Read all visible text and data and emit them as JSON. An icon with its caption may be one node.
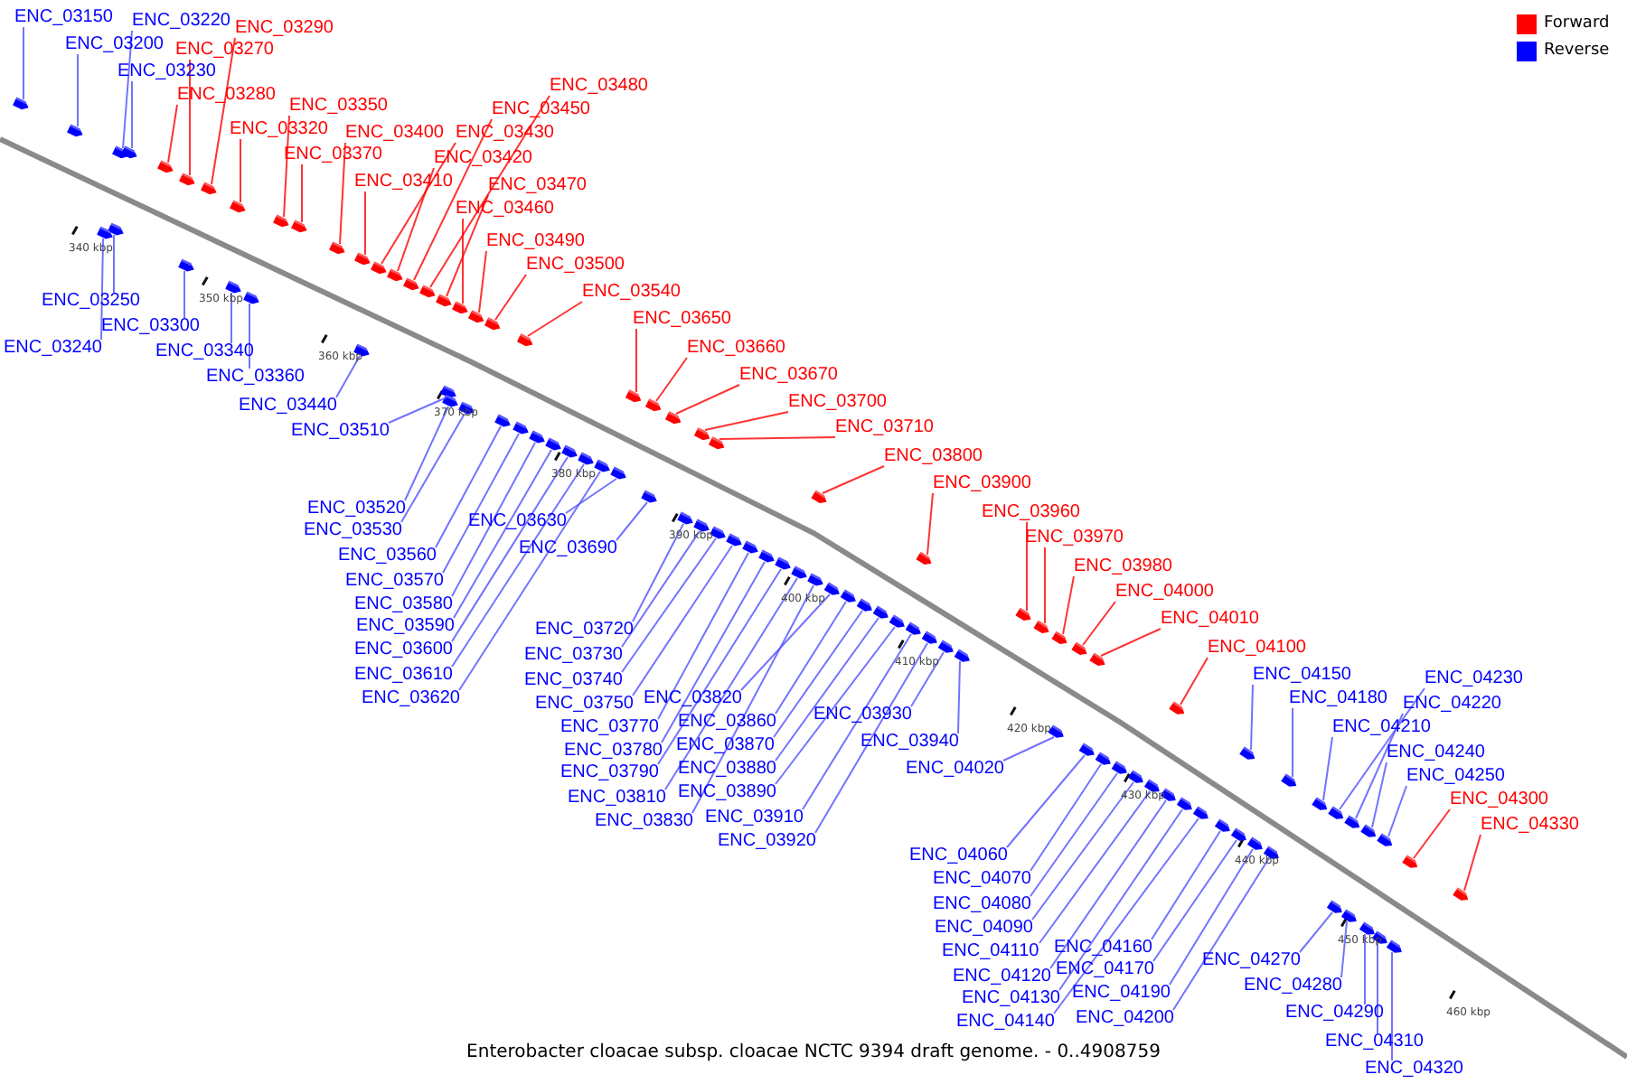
{
  "diagram": {
    "caption": "Enterobacter cloacae subsp. cloacae NCTC 9394 draft genome. - 0..4908759",
    "nodes": [
      {
        "text": [
          "ENC_03150"
        ]
      },
      {
        "text": [
          "ENC_03220"
        ]
      },
      {
        "text": [
          "ENC_03200"
        ]
      },
      {
        "text": [
          "ENC_03230"
        ]
      },
      {
        "text": [
          "ENC_03290"
        ]
      },
      {
        "text": [
          "ENC_03270"
        ]
      },
      {
        "text": [
          "ENC_03280"
        ]
      },
      {
        "text": [
          "ENC_03350"
        ]
      },
      {
        "text": [
          "ENC_03320"
        ]
      },
      {
        "text": [
          "ENC_03370"
        ]
      },
      {
        "text": [
          "ENC_03400"
        ]
      },
      {
        "text": [
          "ENC_03410"
        ]
      },
      {
        "text": [
          "ENC_03430"
        ]
      },
      {
        "text": [
          "ENC_03420"
        ]
      },
      {
        "text": [
          "ENC_03450"
        ]
      },
      {
        "text": [
          "ENC_03480"
        ]
      },
      {
        "text": [
          "ENC_03470"
        ]
      },
      {
        "text": [
          "ENC_03460"
        ]
      },
      {
        "text": [
          "ENC_03490"
        ]
      },
      {
        "text": [
          "ENC_03500"
        ]
      },
      {
        "text": [
          "ENC_03540"
        ]
      },
      {
        "text": [
          "ENC_03650"
        ]
      },
      {
        "text": [
          "ENC_03660"
        ]
      },
      {
        "text": [
          "ENC_03670"
        ]
      },
      {
        "text": [
          "ENC_03700"
        ]
      },
      {
        "text": [
          "ENC_03710"
        ]
      },
      {
        "text": [
          "ENC_03800"
        ]
      },
      {
        "text": [
          "ENC_03900"
        ]
      },
      {
        "text": [
          "ENC_03960"
        ]
      },
      {
        "text": [
          "ENC_03970"
        ]
      },
      {
        "text": [
          "ENC_03980"
        ]
      },
      {
        "text": [
          "ENC_04000"
        ]
      },
      {
        "text": [
          "ENC_04010"
        ]
      },
      {
        "text": [
          "ENC_04100"
        ]
      },
      {
        "text": [
          "ENC_04150"
        ]
      },
      {
        "text": [
          "ENC_04180"
        ]
      },
      {
        "text": [
          "ENC_04230"
        ]
      },
      {
        "text": [
          "ENC_04220"
        ]
      },
      {
        "text": [
          "ENC_04210"
        ]
      },
      {
        "text": [
          "ENC_04240"
        ]
      },
      {
        "text": [
          "ENC_04250"
        ]
      },
      {
        "text": [
          "ENC_04300"
        ]
      },
      {
        "text": [
          "ENC_04330"
        ]
      },
      {
        "text": [
          "ENC_03250"
        ]
      },
      {
        "text": [
          "ENC_03240"
        ]
      },
      {
        "text": [
          "ENC_03300"
        ]
      },
      {
        "text": [
          "ENC_03340"
        ]
      },
      {
        "text": [
          "ENC_03360"
        ]
      },
      {
        "text": [
          "ENC_03440"
        ]
      },
      {
        "text": [
          "ENC_03510"
        ]
      },
      {
        "text": [
          "ENC_03520"
        ]
      },
      {
        "text": [
          "ENC_03530"
        ]
      },
      {
        "text": [
          "ENC_03560"
        ]
      },
      {
        "text": [
          "ENC_03570"
        ]
      },
      {
        "text": [
          "ENC_03580"
        ]
      },
      {
        "text": [
          "ENC_03590"
        ]
      },
      {
        "text": [
          "ENC_03600"
        ]
      },
      {
        "text": [
          "ENC_03610"
        ]
      },
      {
        "text": [
          "ENC_03620"
        ]
      },
      {
        "text": [
          "ENC_03630"
        ]
      },
      {
        "text": [
          "ENC_03690"
        ]
      },
      {
        "text": [
          "ENC_03720"
        ]
      },
      {
        "text": [
          "ENC_03730"
        ]
      },
      {
        "text": [
          "ENC_03740"
        ]
      },
      {
        "text": [
          "ENC_03750"
        ]
      },
      {
        "text": [
          "ENC_03770"
        ]
      },
      {
        "text": [
          "ENC_03780"
        ]
      },
      {
        "text": [
          "ENC_03790"
        ]
      },
      {
        "text": [
          "ENC_03810"
        ]
      },
      {
        "text": [
          "ENC_03830"
        ]
      },
      {
        "text": [
          "ENC_03820"
        ]
      },
      {
        "text": [
          "ENC_03860"
        ]
      },
      {
        "text": [
          "ENC_03870"
        ]
      },
      {
        "text": [
          "ENC_03880"
        ]
      },
      {
        "text": [
          "ENC_03890"
        ]
      },
      {
        "text": [
          "ENC_03910"
        ]
      },
      {
        "text": [
          "ENC_03920"
        ]
      },
      {
        "text": [
          "ENC_03930"
        ]
      },
      {
        "text": [
          "ENC_03940"
        ]
      },
      {
        "text": [
          "ENC_04020"
        ]
      },
      {
        "text": [
          "ENC_04060"
        ]
      },
      {
        "text": [
          "ENC_04070"
        ]
      },
      {
        "text": [
          "ENC_04080"
        ]
      },
      {
        "text": [
          "ENC_04090"
        ]
      },
      {
        "text": [
          "ENC_04110"
        ]
      },
      {
        "text": [
          "ENC_04120"
        ]
      },
      {
        "text": [
          "ENC_04130"
        ]
      },
      {
        "text": [
          "ENC_04140"
        ]
      },
      {
        "text": [
          "ENC_04160"
        ]
      },
      {
        "text": [
          "ENC_04170"
        ]
      },
      {
        "text": [
          "ENC_04190"
        ]
      },
      {
        "text": [
          "ENC_04200"
        ]
      },
      {
        "text": [
          "ENC_04270"
        ]
      },
      {
        "text": [
          "ENC_04280"
        ]
      },
      {
        "text": [
          "ENC_04290"
        ]
      },
      {
        "text": [
          "ENC_04310"
        ]
      },
      {
        "text": [
          "ENC_04320"
        ]
      },
      {
        "text": [],
        "shape": "box"
      },
      {
        "text": [],
        "shape": "box"
      },
      {
        "text": [],
        "shape": "box"
      },
      {
        "text": [],
        "shape": "box"
      },
      {
        "text": [],
        "shape": "box"
      },
      {
        "text": [],
        "shape": "box"
      },
      {
        "text": [],
        "shape": "box"
      },
      {
        "text": [],
        "shape": "box"
      },
      {
        "text": [],
        "shape": "box"
      },
      {
        "text": [],
        "shape": "box"
      },
      {
        "text": [],
        "shape": "box"
      },
      {
        "text": [],
        "shape": "box"
      },
      {
        "text": [],
        "shape": "box"
      },
      {
        "text": [],
        "shape": "box"
      },
      {
        "text": [],
        "shape": "box"
      },
      {
        "text": [],
        "shape": "box"
      },
      {
        "text": [],
        "shape": "box"
      },
      {
        "text": [],
        "shape": "box"
      },
      {
        "text": [],
        "shape": "box"
      },
      {
        "text": [],
        "shape": "box"
      },
      {
        "text": [],
        "shape": "box"
      },
      {
        "text": [],
        "shape": "box"
      },
      {
        "text": [],
        "shape": "box"
      },
      {
        "text": [],
        "shape": "box"
      },
      {
        "text": [],
        "shape": "box"
      },
      {
        "text": [],
        "shape": "box"
      },
      {
        "text": [],
        "shape": "box"
      },
      {
        "text": [],
        "shape": "box"
      },
      {
        "text": [],
        "shape": "box"
      },
      {
        "text": [],
        "shape": "box"
      },
      {
        "text": [],
        "shape": "box"
      },
      {
        "text": [],
        "shape": "box"
      },
      {
        "text": [],
        "shape": "box"
      },
      {
        "text": [],
        "shape": "box"
      },
      {
        "text": [],
        "shape": "box"
      },
      {
        "text": [],
        "shape": "box"
      },
      {
        "text": [],
        "shape": "box"
      },
      {
        "text": [],
        "shape": "box"
      },
      {
        "text": [],
        "shape": "box"
      },
      {
        "text": [],
        "shape": "box"
      },
      {
        "text": [],
        "shape": "box"
      },
      {
        "text": [],
        "shape": "box"
      },
      {
        "text": [],
        "shape": "box"
      },
      {
        "text": [],
        "shape": "box"
      },
      {
        "text": [],
        "shape": "box"
      },
      {
        "text": [],
        "shape": "box"
      },
      {
        "text": [],
        "shape": "box"
      },
      {
        "text": [],
        "shape": "box"
      },
      {
        "text": [],
        "shape": "box"
      },
      {
        "text": [],
        "shape": "box"
      },
      {
        "text": [],
        "shape": "box"
      },
      {
        "text": [],
        "shape": "box"
      },
      {
        "text": [],
        "shape": "box"
      },
      {
        "text": [],
        "shape": "box"
      },
      {
        "text": [],
        "shape": "box"
      },
      {
        "text": [],
        "shape": "box"
      },
      {
        "text": [],
        "shape": "box"
      },
      {
        "text": [],
        "shape": "box"
      },
      {
        "text": [],
        "shape": "box"
      },
      {
        "text": [],
        "shape": "box"
      },
      {
        "text": [],
        "shape": "box"
      },
      {
        "text": [],
        "shape": "box"
      },
      {
        "text": [],
        "shape": "box"
      },
      {
        "text": [],
        "shape": "box"
      },
      {
        "text": [],
        "shape": "box"
      },
      {
        "text": [],
        "shape": "box"
      },
      {
        "text": [],
        "shape": "box"
      },
      {
        "text": [],
        "shape": "box"
      },
      {
        "text": [],
        "shape": "box"
      },
      {
        "text": [],
        "shape": "box"
      },
      {
        "text": [],
        "shape": "box"
      },
      {
        "text": [],
        "shape": "box"
      },
      {
        "text": [],
        "shape": "box"
      },
      {
        "text": [],
        "shape": "box"
      },
      {
        "text": [],
        "shape": "box"
      },
      {
        "text": [],
        "shape": "box"
      },
      {
        "text": [],
        "shape": "box"
      },
      {
        "text": [],
        "shape": "box"
      },
      {
        "text": [],
        "shape": "box"
      },
      {
        "text": [],
        "shape": "box"
      },
      {
        "text": [],
        "shape": "box"
      },
      {
        "text": [],
        "shape": "box"
      },
      {
        "text": [],
        "shape": "box"
      },
      {
        "text": [],
        "shape": "box"
      },
      {
        "text": [],
        "shape": "box"
      },
      {
        "text": [],
        "shape": "box"
      },
      {
        "text": [],
        "shape": "box"
      },
      {
        "text": [],
        "shape": "box"
      },
      {
        "text": [],
        "shape": "box"
      },
      {
        "text": [],
        "shape": "box"
      },
      {
        "text": [],
        "shape": "box"
      },
      {
        "text": [],
        "shape": "box"
      },
      {
        "text": [],
        "shape": "box"
      },
      {
        "text": [],
        "shape": "box"
      },
      {
        "text": [],
        "shape": "box"
      },
      {
        "text": [],
        "shape": "box"
      },
      {
        "text": [],
        "shape": "box"
      }
    ],
    "edges": [
      {
        "from": 0,
        "to": 97,
        "arrow": "none"
      },
      {
        "from": 1,
        "to": 98,
        "arrow": "none"
      },
      {
        "from": 2,
        "to": 99,
        "arrow": "none"
      },
      {
        "from": 3,
        "to": 100,
        "arrow": "none"
      },
      {
        "from": 4,
        "to": 101,
        "arrow": "none",
        "color": "#ff0000"
      },
      {
        "from": 5,
        "to": 102,
        "arrow": "none",
        "color": "#ff0000"
      },
      {
        "from": 6,
        "to": 103,
        "arrow": "none",
        "color": "#ff0000"
      },
      {
        "from": 7,
        "to": 104,
        "arrow": "none",
        "color": "#ff0000"
      },
      {
        "from": 8,
        "to": 105,
        "arrow": "none",
        "color": "#ff0000"
      },
      {
        "from": 9,
        "to": 106,
        "arrow": "none",
        "color": "#ff0000"
      },
      {
        "from": 10,
        "to": 107,
        "arrow": "none",
        "color": "#ff0000"
      },
      {
        "from": 11,
        "to": 108,
        "arrow": "none",
        "color": "#ff0000"
      },
      {
        "from": 12,
        "to": 109,
        "arrow": "none",
        "color": "#ff0000"
      },
      {
        "from": 13,
        "to": 110,
        "arrow": "none",
        "color": "#ff0000"
      },
      {
        "from": 14,
        "to": 111,
        "arrow": "none",
        "color": "#ff0000"
      },
      {
        "from": 15,
        "to": 112,
        "arrow": "none",
        "color": "#ff0000"
      },
      {
        "from": 16,
        "to": 113,
        "arrow": "none",
        "color": "#ff0000"
      },
      {
        "from": 17,
        "to": 114,
        "arrow": "none",
        "color": "#ff0000"
      },
      {
        "from": 18,
        "to": 115,
        "arrow": "none",
        "color": "#ff0000"
      },
      {
        "from": 19,
        "to": 116,
        "arrow": "none",
        "color": "#ff0000"
      },
      {
        "from": 20,
        "to": 117,
        "arrow": "none",
        "color": "#ff0000"
      },
      {
        "from": 21,
        "to": 118,
        "arrow": "none",
        "color": "#ff0000"
      },
      {
        "from": 22,
        "to": 119,
        "arrow": "none",
        "color": "#ff0000"
      },
      {
        "from": 23,
        "to": 120,
        "arrow": "none",
        "color": "#ff0000"
      },
      {
        "from": 24,
        "to": 121,
        "arrow": "none",
        "color": "#ff0000"
      },
      {
        "from": 25,
        "to": 122,
        "arrow": "none",
        "color": "#ff0000"
      },
      {
        "from": 26,
        "to": 123,
        "arrow": "none",
        "color": "#ff0000"
      },
      {
        "from": 27,
        "to": 124,
        "arrow": "none",
        "color": "#ff0000"
      },
      {
        "from": 28,
        "to": 125,
        "arrow": "none",
        "color": "#ff0000"
      },
      {
        "from": 29,
        "to": 126,
        "arrow": "none",
        "color": "#ff0000"
      },
      {
        "from": 30,
        "to": 127,
        "arrow": "none",
        "color": "#ff0000"
      },
      {
        "from": 31,
        "to": 128,
        "arrow": "none",
        "color": "#ff0000"
      },
      {
        "from": 32,
        "to": 129,
        "arrow": "none",
        "color": "#ff0000"
      },
      {
        "from": 33,
        "to": 130,
        "arrow": "none",
        "color": "#ff0000"
      },
      {
        "from": 34,
        "to": 131,
        "arrow": "none"
      },
      {
        "from": 35,
        "to": 132,
        "arrow": "none"
      },
      {
        "from": 36,
        "to": 133,
        "arrow": "none"
      },
      {
        "from": 37,
        "to": 134,
        "arrow": "none"
      },
      {
        "from": 38,
        "to": 135,
        "arrow": "none"
      },
      {
        "from": 39,
        "to": 136,
        "arrow": "none"
      },
      {
        "from": 40,
        "to": 137,
        "arrow": "none"
      },
      {
        "from": 41,
        "to": 138,
        "arrow": "none",
        "color": "#ff0000"
      },
      {
        "from": 42,
        "to": 139,
        "arrow": "none",
        "color": "#ff0000"
      },
      {
        "from": 43,
        "to": 140,
        "arrow": "none"
      },
      {
        "from": 44,
        "to": 141,
        "arrow": "none"
      },
      {
        "from": 45,
        "to": 142,
        "arrow": "none"
      },
      {
        "from": 46,
        "to": 143,
        "arrow": "none"
      },
      {
        "from": 47,
        "to": 144,
        "arrow": "none"
      },
      {
        "from": 48,
        "to": 145,
        "arrow": "none"
      },
      {
        "from": 49,
        "to": 146,
        "arrow": "none"
      },
      {
        "from": 50,
        "to": 147,
        "arrow": "none"
      },
      {
        "from": 51,
        "to": 148,
        "arrow": "none"
      },
      {
        "from": 52,
        "to": 149,
        "arrow": "none"
      },
      {
        "from": 53,
        "to": 150,
        "arrow": "none"
      },
      {
        "from": 54,
        "to": 151,
        "arrow": "none"
      },
      {
        "from": 55,
        "to": 152,
        "arrow": "none"
      },
      {
        "from": 56,
        "to": 153,
        "arrow": "none"
      },
      {
        "from": 57,
        "to": 154,
        "arrow": "none"
      },
      {
        "from": 58,
        "to": 155,
        "arrow": "none"
      },
      {
        "from": 59,
        "to": 156,
        "arrow": "none"
      },
      {
        "from": 60,
        "to": 157,
        "arrow": "none"
      },
      {
        "from": 61,
        "to": 158,
        "arrow": "none"
      },
      {
        "from": 62,
        "to": 159,
        "arrow": "none"
      },
      {
        "from": 63,
        "to": 160,
        "arrow": "none"
      },
      {
        "from": 64,
        "to": 161,
        "arrow": "none"
      },
      {
        "from": 65,
        "to": 162,
        "arrow": "none"
      },
      {
        "from": 66,
        "to": 163,
        "arrow": "none"
      },
      {
        "from": 67,
        "to": 164,
        "arrow": "none"
      },
      {
        "from": 68,
        "to": 165,
        "arrow": "none"
      },
      {
        "from": 69,
        "to": 166,
        "arrow": "none"
      },
      {
        "from": 70,
        "to": 167,
        "arrow": "none"
      },
      {
        "from": 71,
        "to": 168,
        "arrow": "none"
      },
      {
        "from": 72,
        "to": 169,
        "arrow": "none"
      },
      {
        "from": 73,
        "to": 170,
        "arrow": "none"
      },
      {
        "from": 74,
        "to": 171,
        "arrow": "none"
      },
      {
        "from": 75,
        "to": 172,
        "arrow": "none"
      },
      {
        "from": 76,
        "to": 173,
        "arrow": "none"
      },
      {
        "from": 77,
        "to": 174,
        "arrow": "none"
      },
      {
        "from": 78,
        "to": 175,
        "arrow": "none"
      },
      {
        "from": 79,
        "to": 176,
        "arrow": "none"
      },
      {
        "from": 80,
        "to": 177,
        "arrow": "none"
      },
      {
        "from": 81,
        "to": 178,
        "arrow": "none"
      },
      {
        "from": 82,
        "to": 179,
        "arrow": "none"
      },
      {
        "from": 83,
        "to": 180,
        "arrow": "none"
      },
      {
        "from": 84,
        "to": 181,
        "arrow": "none"
      },
      {
        "from": 85,
        "to": 182,
        "arrow": "none"
      },
      {
        "from": 86,
        "to": 183,
        "arrow": "none"
      },
      {
        "from": 87,
        "to": 184,
        "arrow": "none"
      },
      {
        "from": 88,
        "to": 185,
        "arrow": "none"
      },
      {
        "from": 89,
        "to": 186,
        "arrow": "none"
      },
      {
        "from": 90,
        "to": 187,
        "arrow": "none"
      },
      {
        "from": 91,
        "to": 188,
        "arrow": "none"
      },
      {
        "from": 92,
        "to": 189,
        "arrow": "none"
      },
      {
        "from": 93,
        "to": 190,
        "arrow": "none"
      },
      {
        "from": 94,
        "to": 191,
        "arrow": "none"
      },
      {
        "from": 95,
        "to": 192,
        "arrow": "none"
      },
      {
        "from": 96,
        "to": 193,
        "arrow": "none"
      }
    ],
    "labels": [
      "340 kbp",
      "350 kbp",
      "360 kbp",
      "370 kbp",
      "380 kbp",
      "390 kbp",
      "400 kbp",
      "410 kbp",
      "420 kbp",
      "430 kbp",
      "440 kbp",
      "450 kbp",
      "460 kbp"
    ],
    "legend": [
      {
        "text": "Forward",
        "color": "#ff0000"
      },
      {
        "text": "Reverse",
        "color": "#0000ff"
      }
    ]
  }
}
